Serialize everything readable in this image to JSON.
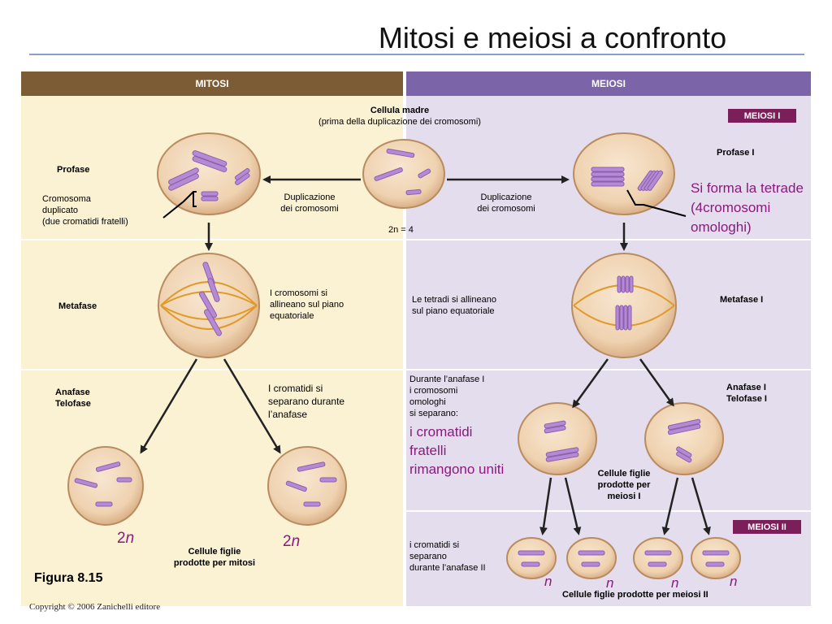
{
  "title": "Mitosi e meiosi a confronto",
  "mitosis": {
    "header": "MITOSI",
    "profase": "Profase",
    "cromosoma_line1": "Cromosoma",
    "cromosoma_line2": "duplicato",
    "cromosoma_line3": "(due cromatidi fratelli)",
    "duplicazione_line1": "Duplicazione",
    "duplicazione_line2": "dei cromosomi",
    "metafase": "Metafase",
    "allineano_line1": "I cromosomi si",
    "allineano_line2": "allineano sul piano",
    "allineano_line3": "equatoriale",
    "anafase": "Anafase",
    "telofase": "Telofase",
    "separano_line1": "I cromatidi si",
    "separano_line2": "separano durante",
    "separano_line3": "l’anafase",
    "ploidy_left": "2",
    "ploidy_right": "2",
    "ploidy_symbol": "n",
    "daughters_line1": "Cellule figlie",
    "daughters_line2": "prodotte per mitosi"
  },
  "center": {
    "cellula_line1": "Cellula madre",
    "cellula_line2": "(prima della duplicazione dei cromosomi)",
    "chromosome_count": "2n = 4"
  },
  "meiosis": {
    "header": "MEIOSI",
    "badge_1": "MEIOSI I",
    "badge_2": "MEIOSI II",
    "profase_1": "Profase I",
    "duplicazione_line1": "Duplicazione",
    "duplicazione_line2": "dei cromosomi",
    "tetrade_line1": "Si forma la tetrade",
    "tetrade_line2": "(4cromosomi",
    "tetrade_line3": "omologhi)",
    "metafase_1": "Metafase I",
    "tetradi_line1": "Le tetradi si allineano",
    "tetradi_line2": "sul piano equatoriale",
    "anafase_1": "Anafase I",
    "telofase_1": "Telofase I",
    "durante_line1": "Durante l’anafase I",
    "durante_line2": "i cromosomi",
    "durante_line3": "omologhi",
    "durante_line4": "si separano:",
    "uniti_line1": "i cromatidi",
    "uniti_line2": "fratelli",
    "uniti_line3": "rimangono uniti",
    "daughters1_line1": "Cellule figlie",
    "daughters1_line2": "prodotte per",
    "daughters1_line3": "meiosi I",
    "separano2_line1": "i cromatidi si",
    "separano2_line2": "separano",
    "separano2_line3": "durante l’anafase II",
    "n_symbol": "n",
    "daughters2": "Cellule figlie prodotte per meiosi II"
  },
  "figure_label": "Figura 8.15",
  "copyright": "Copyright © 2006 Zanichelli editore",
  "colors": {
    "mitosis_header": "#7b5c34",
    "meiosis_header": "#7b64a8",
    "mitosis_bg": "#fbf1d3",
    "meiosis_bg": "#e4dded",
    "badge": "#7b1e5a",
    "cell_fill": "#f1d7b8",
    "chromosome": "#b58ad3",
    "spindle": "#e09a2a",
    "accent_text": "#8a1a7c"
  }
}
